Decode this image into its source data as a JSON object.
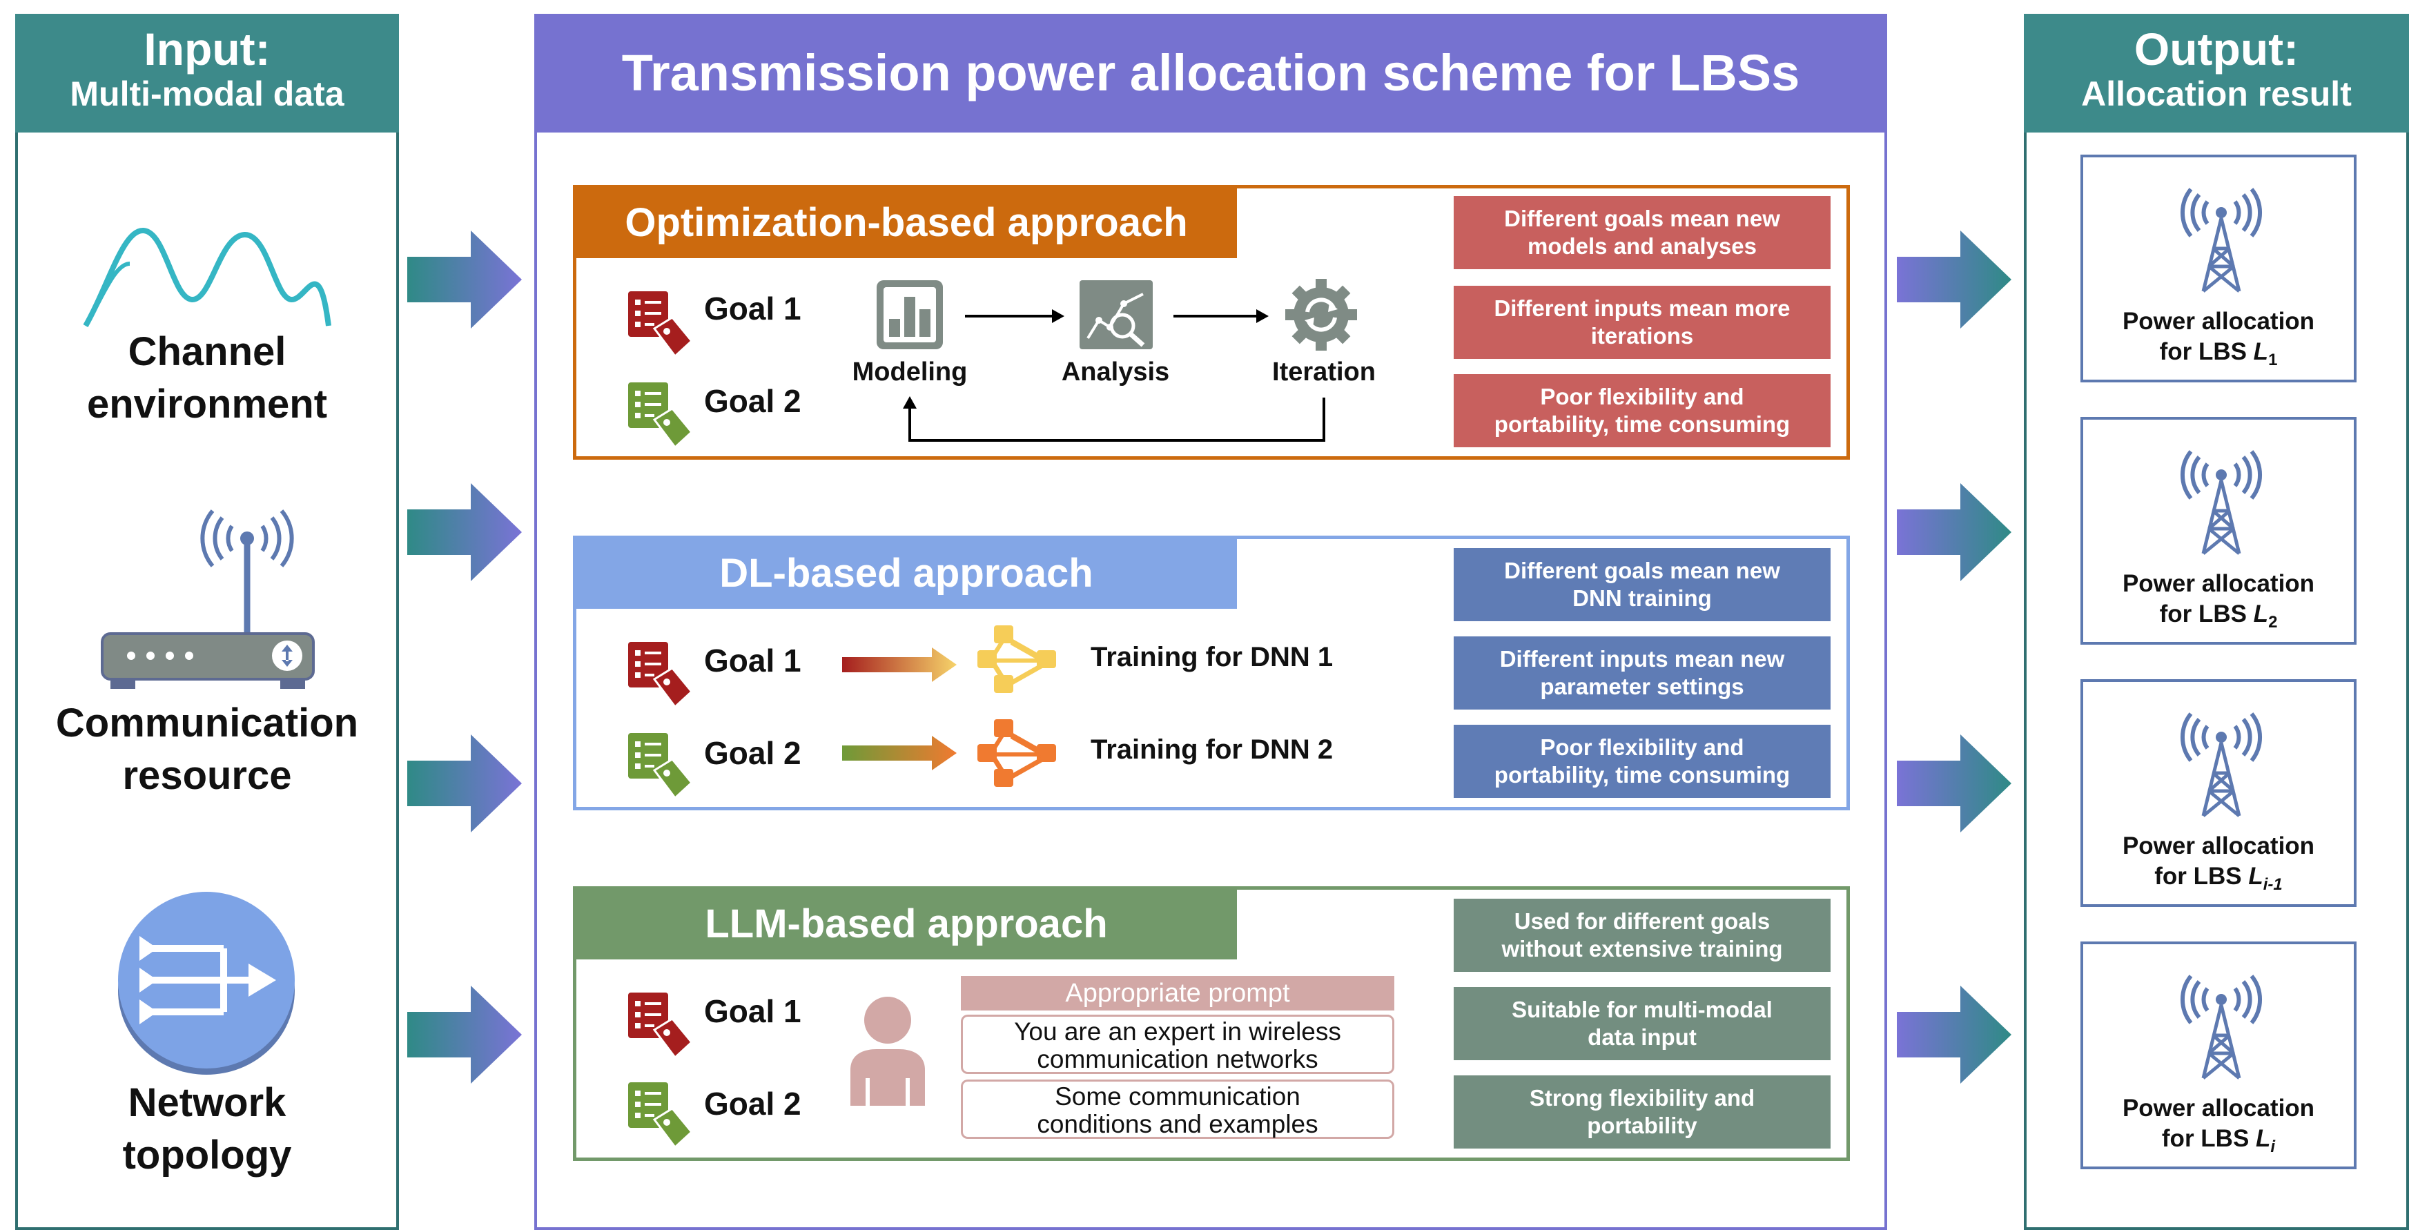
{
  "input": {
    "title": "Input:",
    "subtitle": "Multi-modal data",
    "items": [
      {
        "line1": "Channel",
        "line2": "environment",
        "icon": "wave-icon"
      },
      {
        "line1": "Communication",
        "line2": "resource",
        "icon": "router-icon"
      },
      {
        "line1": "Network",
        "line2": "topology",
        "icon": "network-switch-icon"
      }
    ]
  },
  "main": {
    "title": "Transmission power allocation scheme for LBSs",
    "optimization": {
      "title": "Optimization-based approach",
      "goal1": "Goal 1",
      "goal2": "Goal 2",
      "steps": [
        "Modeling",
        "Analysis",
        "Iteration"
      ],
      "notes": [
        [
          "Different goals mean new",
          "models and analyses"
        ],
        [
          "Different inputs mean more",
          "iterations"
        ],
        [
          "Poor flexibility and",
          "portability, time consuming"
        ]
      ]
    },
    "dl": {
      "title": "DL-based approach",
      "goal1": "Goal 1",
      "goal2": "Goal 2",
      "train1": "Training for DNN 1",
      "train2": "Training for DNN 2",
      "notes": [
        [
          "Different goals mean new",
          "DNN training"
        ],
        [
          "Different inputs mean new",
          "parameter settings"
        ],
        [
          "Poor flexibility and",
          "portability, time consuming"
        ]
      ]
    },
    "llm": {
      "title": "LLM-based approach",
      "goal1": "Goal 1",
      "goal2": "Goal 2",
      "prompt_title": "Appropriate prompt",
      "prompt1": [
        "You are an expert in wireless",
        "communication networks"
      ],
      "prompt2": [
        "Some communication",
        "conditions and examples"
      ],
      "notes": [
        [
          "Used for different goals",
          "without extensive training"
        ],
        [
          "Suitable for multi-modal",
          "data input"
        ],
        [
          "Strong flexibility and",
          "portability"
        ]
      ]
    }
  },
  "output": {
    "title": "Output:",
    "subtitle": "Allocation result",
    "cards": [
      {
        "line1": "Power allocation",
        "prefix": "for LBS ",
        "var": "L",
        "sub": "1"
      },
      {
        "line1": "Power allocation",
        "prefix": "for LBS ",
        "var": "L",
        "sub": "2"
      },
      {
        "line1": "Power allocation",
        "prefix": "for LBS ",
        "var": "L",
        "sub": "i-1"
      },
      {
        "line1": "Power allocation",
        "prefix": "for LBS ",
        "var": "L",
        "sub": "i"
      }
    ]
  },
  "colors": {
    "teal": "#3d8a8a",
    "purple": "#7672d0",
    "orange": "#cc6a0e",
    "blue": "#83a6e6",
    "green": "#72996a",
    "red_note": "#c8605e",
    "blue_note": "#5f7cb5",
    "green_note": "#738e80"
  }
}
